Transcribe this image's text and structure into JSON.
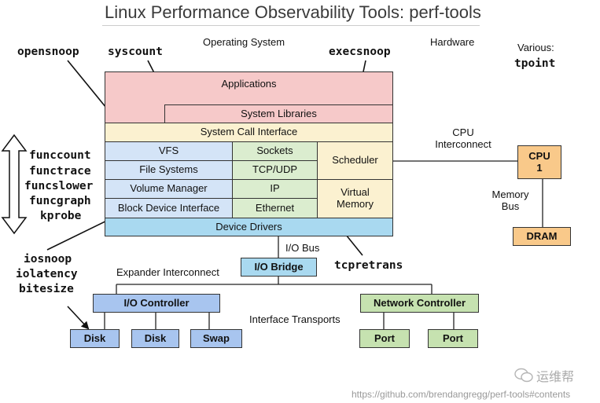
{
  "title": "Linux Performance Observability Tools: perf-tools",
  "headers": {
    "os": "Operating System",
    "hardware": "Hardware",
    "various": "Various:"
  },
  "tools": {
    "opensnoop": "opensnoop",
    "syscount": "syscount",
    "execsnoop": "execsnoop",
    "tpoint": "tpoint",
    "funccount": "funccount",
    "functrace": "functrace",
    "funcslower": "funcslower",
    "funcgraph": "funcgraph",
    "kprobe": "kprobe",
    "iosnoop": "iosnoop",
    "iolatency": "iolatency",
    "bitesize": "bitesize",
    "tcpretrans": "tcpretrans"
  },
  "os_layers": {
    "applications": "Applications",
    "system_libraries": "System Libraries",
    "system_call_interface": "System Call Interface",
    "vfs": "VFS",
    "sockets": "Sockets",
    "scheduler": "Scheduler",
    "file_systems": "File Systems",
    "tcp_udp": "TCP/UDP",
    "volume_manager": "Volume Manager",
    "ip": "IP",
    "virtual_memory": "Virtual Memory",
    "block_device_interface": "Block Device Interface",
    "ethernet": "Ethernet",
    "device_drivers": "Device Drivers"
  },
  "hardware": {
    "cpu_interconnect": "CPU Interconnect",
    "cpu": "CPU\n1",
    "memory_bus": "Memory Bus",
    "dram": "DRAM",
    "io_bus": "I/O Bus",
    "io_bridge": "I/O Bridge",
    "expander_interconnect": "Expander Interconnect",
    "io_controller": "I/O Controller",
    "network_controller": "Network Controller",
    "interface_transports": "Interface Transports",
    "disk1": "Disk",
    "disk2": "Disk",
    "swap": "Swap",
    "port1": "Port",
    "port2": "Port"
  },
  "colors": {
    "applications": "#f6c9c9",
    "syscall": "#fbf1d0",
    "kernel_blue": "#d4e4f7",
    "kernel_green": "#dbedcf",
    "device_drivers": "#a9d9f0",
    "cpu": "#f9c98a",
    "io_controller": "#a8c5ef",
    "network_controller": "#c6e2b0"
  },
  "watermark": {
    "brand": "运维帮",
    "url": "https://github.com/brendangregg/perf-tools#contents"
  }
}
